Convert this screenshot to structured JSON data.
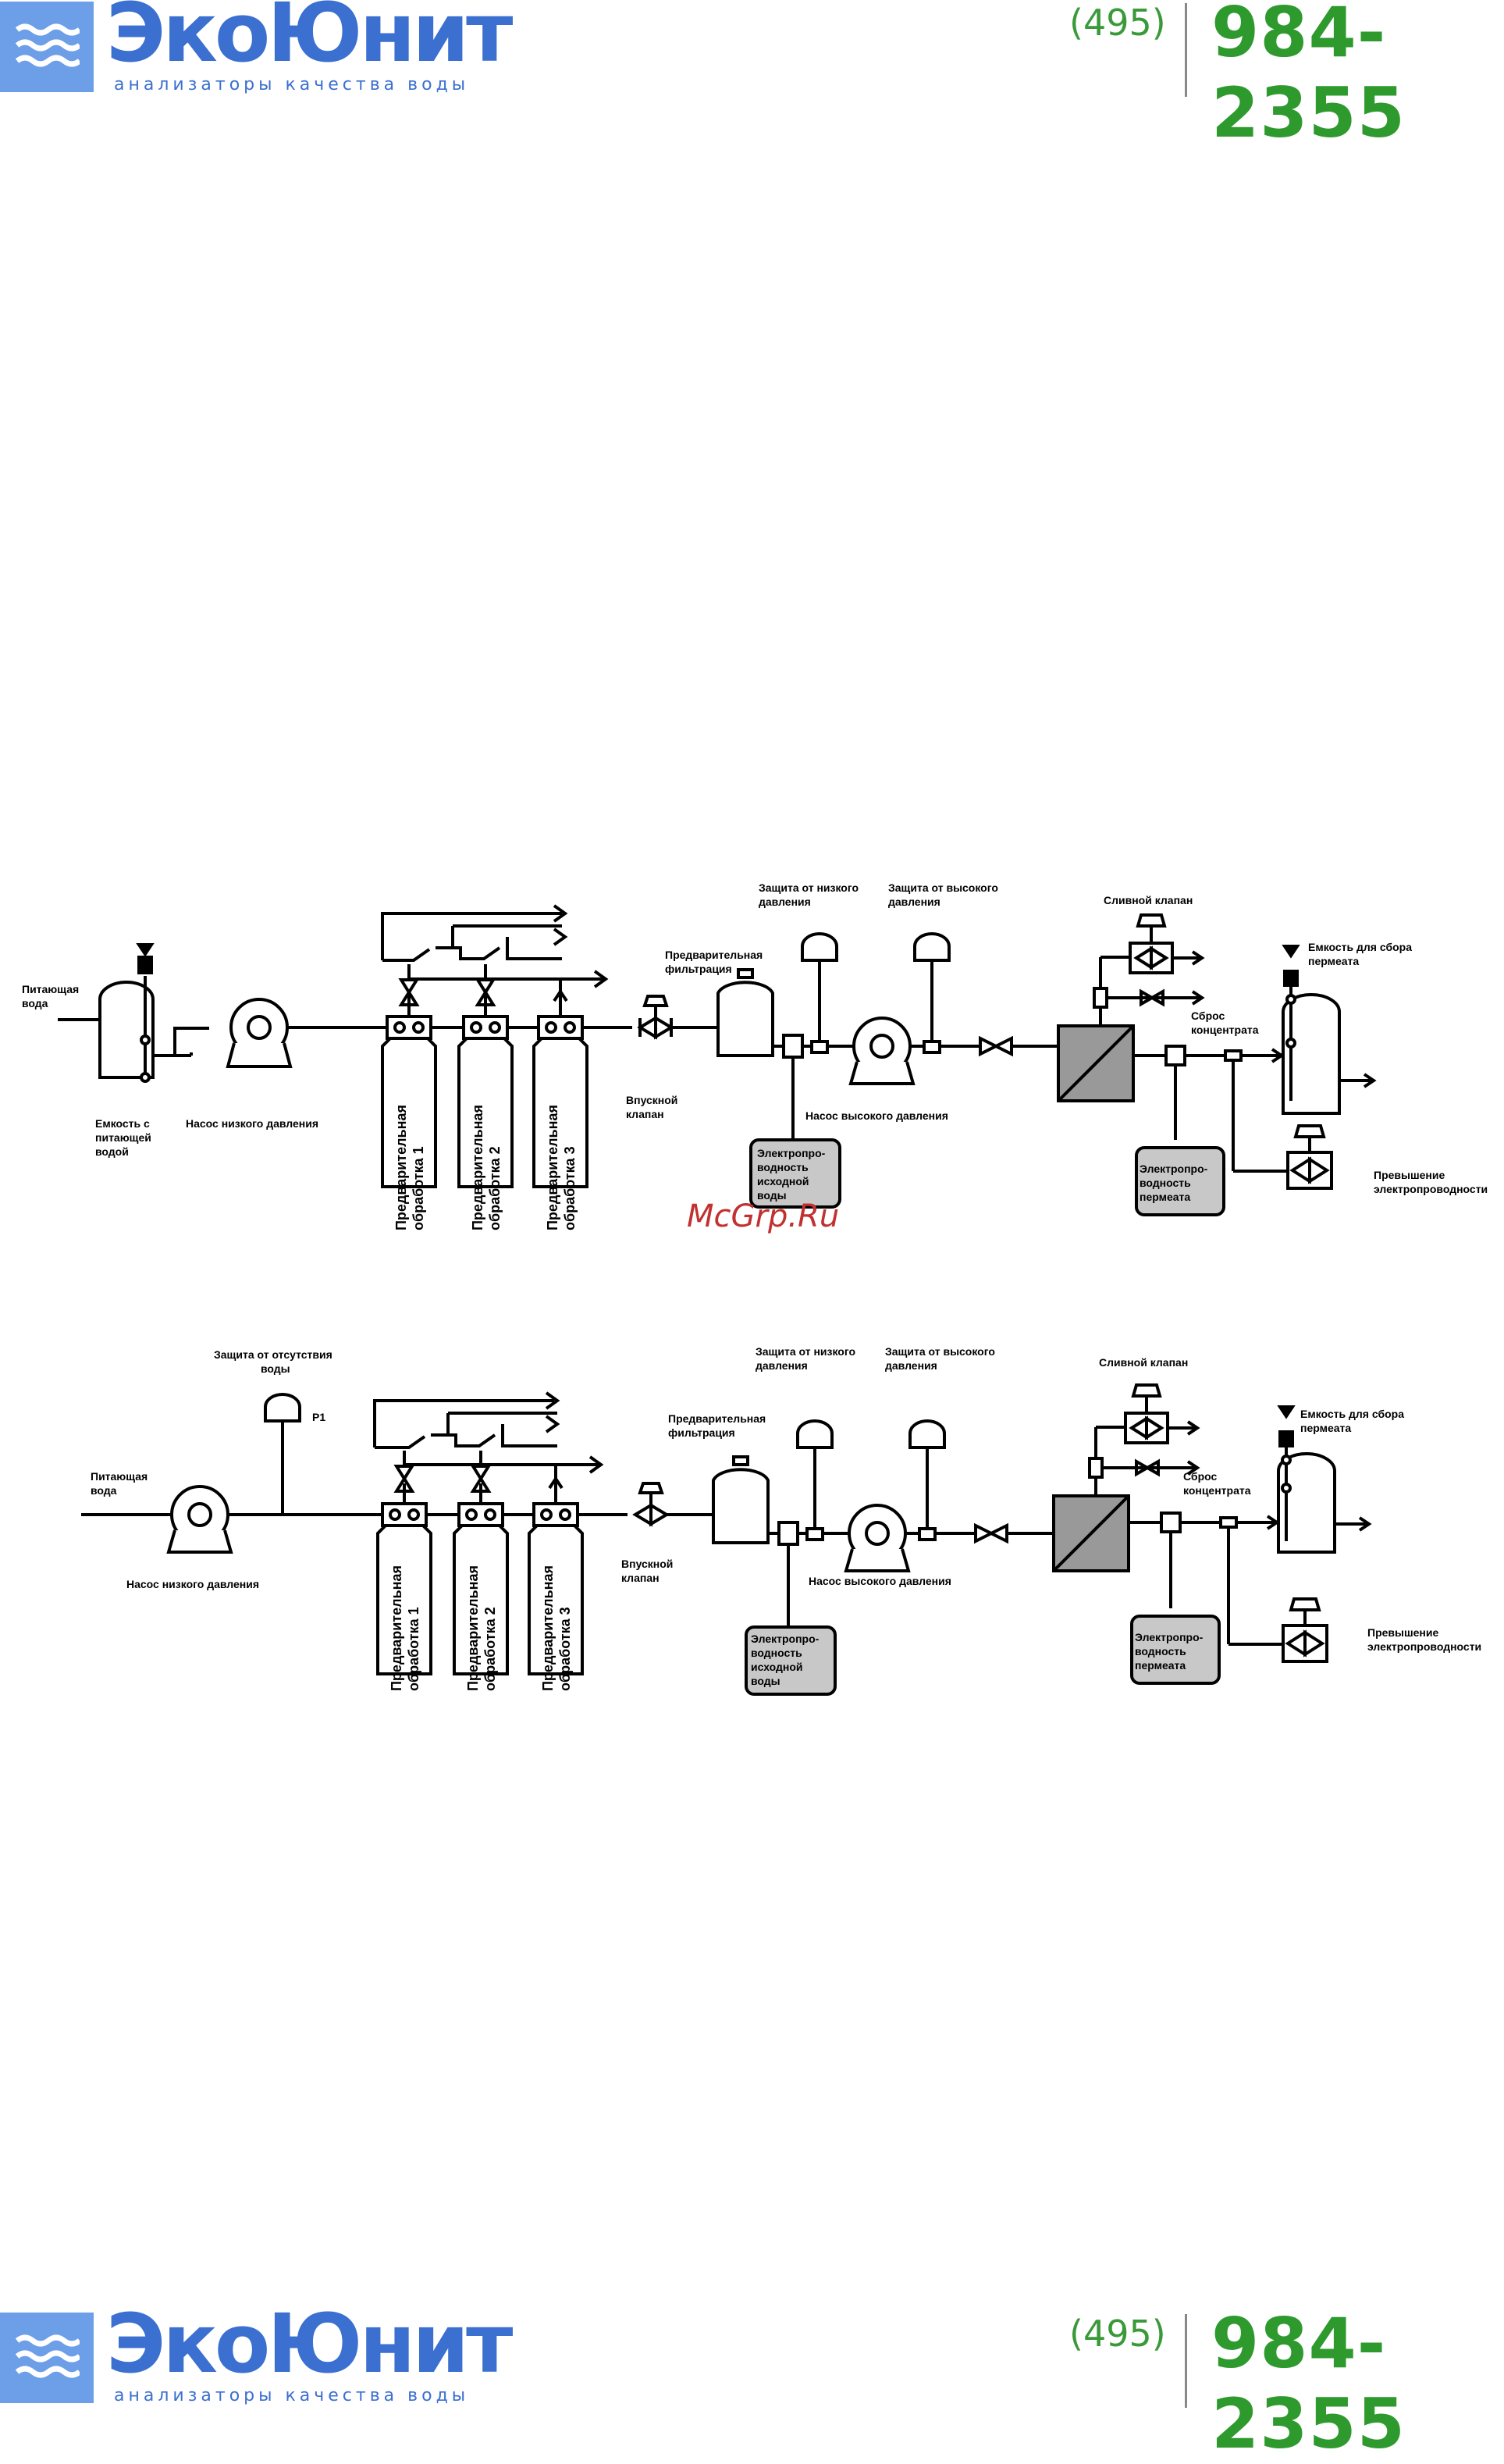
{
  "header": {
    "brand": "ЭкоЮнит",
    "tagline": "анализаторы качества воды",
    "area_code": "(495)",
    "phone": "984-2355"
  },
  "watermark": "McGrp.Ru",
  "colors": {
    "brand_blue": "#3b6fd0",
    "phone_green": "#2e9a2e",
    "logo_bg": "#6d9ee8",
    "sensor_fill": "#c8c8c8",
    "membrane_fill": "#999999"
  },
  "diagram1": {
    "feed_water": [
      "Питающая",
      "вода"
    ],
    "feed_tank": [
      "Емкость с",
      "питающей",
      "водой"
    ],
    "low_pump": "Насос низкого давления",
    "pre1": [
      "Предварительная",
      "обработка 1"
    ],
    "pre2": [
      "Предварительная",
      "обработка 2"
    ],
    "pre3": [
      "Предварительная",
      "обработка 3"
    ],
    "inlet_valve": [
      "Впускной",
      "клапан"
    ],
    "prefilter": [
      "Предварительная",
      "фильтрация"
    ],
    "low_prot": [
      "Защита от низкого",
      "давления"
    ],
    "high_prot": [
      "Защита от высокого",
      "давления"
    ],
    "high_pump": "Насос высокого давления",
    "feed_cond": [
      "Электропро-",
      "водность",
      "исходной",
      "воды"
    ],
    "drain_valve": "Сливной клапан",
    "concentrate": [
      "Сброс",
      "концентрата"
    ],
    "permeate_tank": [
      "Емкость для сбора",
      "пермеата"
    ],
    "perm_cond": [
      "Электропро-",
      "водность",
      "пермеата"
    ],
    "excess": [
      "Превышение",
      "электропроводности"
    ]
  },
  "diagram2": {
    "no_water_prot": [
      "Защита от отсутствия",
      "воды"
    ],
    "p1": "P1",
    "feed_water": [
      "Питающая",
      "вода"
    ],
    "low_pump": "Насос низкого давления",
    "pre1": [
      "Предварительная",
      "обработка 1"
    ],
    "pre2": [
      "Предварительная",
      "обработка 2"
    ],
    "pre3": [
      "Предварительная",
      "обработка 3"
    ],
    "inlet_valve": [
      "Впускной",
      "клапан"
    ],
    "prefilter": [
      "Предварительная",
      "фильтрация"
    ],
    "low_prot": [
      "Защита от низкого",
      "давления"
    ],
    "high_prot": [
      "Защита от высокого",
      "давления"
    ],
    "high_pump": "Насос высокого давления",
    "feed_cond": [
      "Электропро-",
      "водность",
      "исходной",
      "воды"
    ],
    "drain_valve": "Сливной клапан",
    "concentrate": [
      "Сброс",
      "концентрата"
    ],
    "permeate_tank": [
      "Емкость для сбора",
      "пермеата"
    ],
    "perm_cond": [
      "Электропро-",
      "водность",
      "пермеата"
    ],
    "excess": [
      "Превышение",
      "электропроводности"
    ]
  }
}
